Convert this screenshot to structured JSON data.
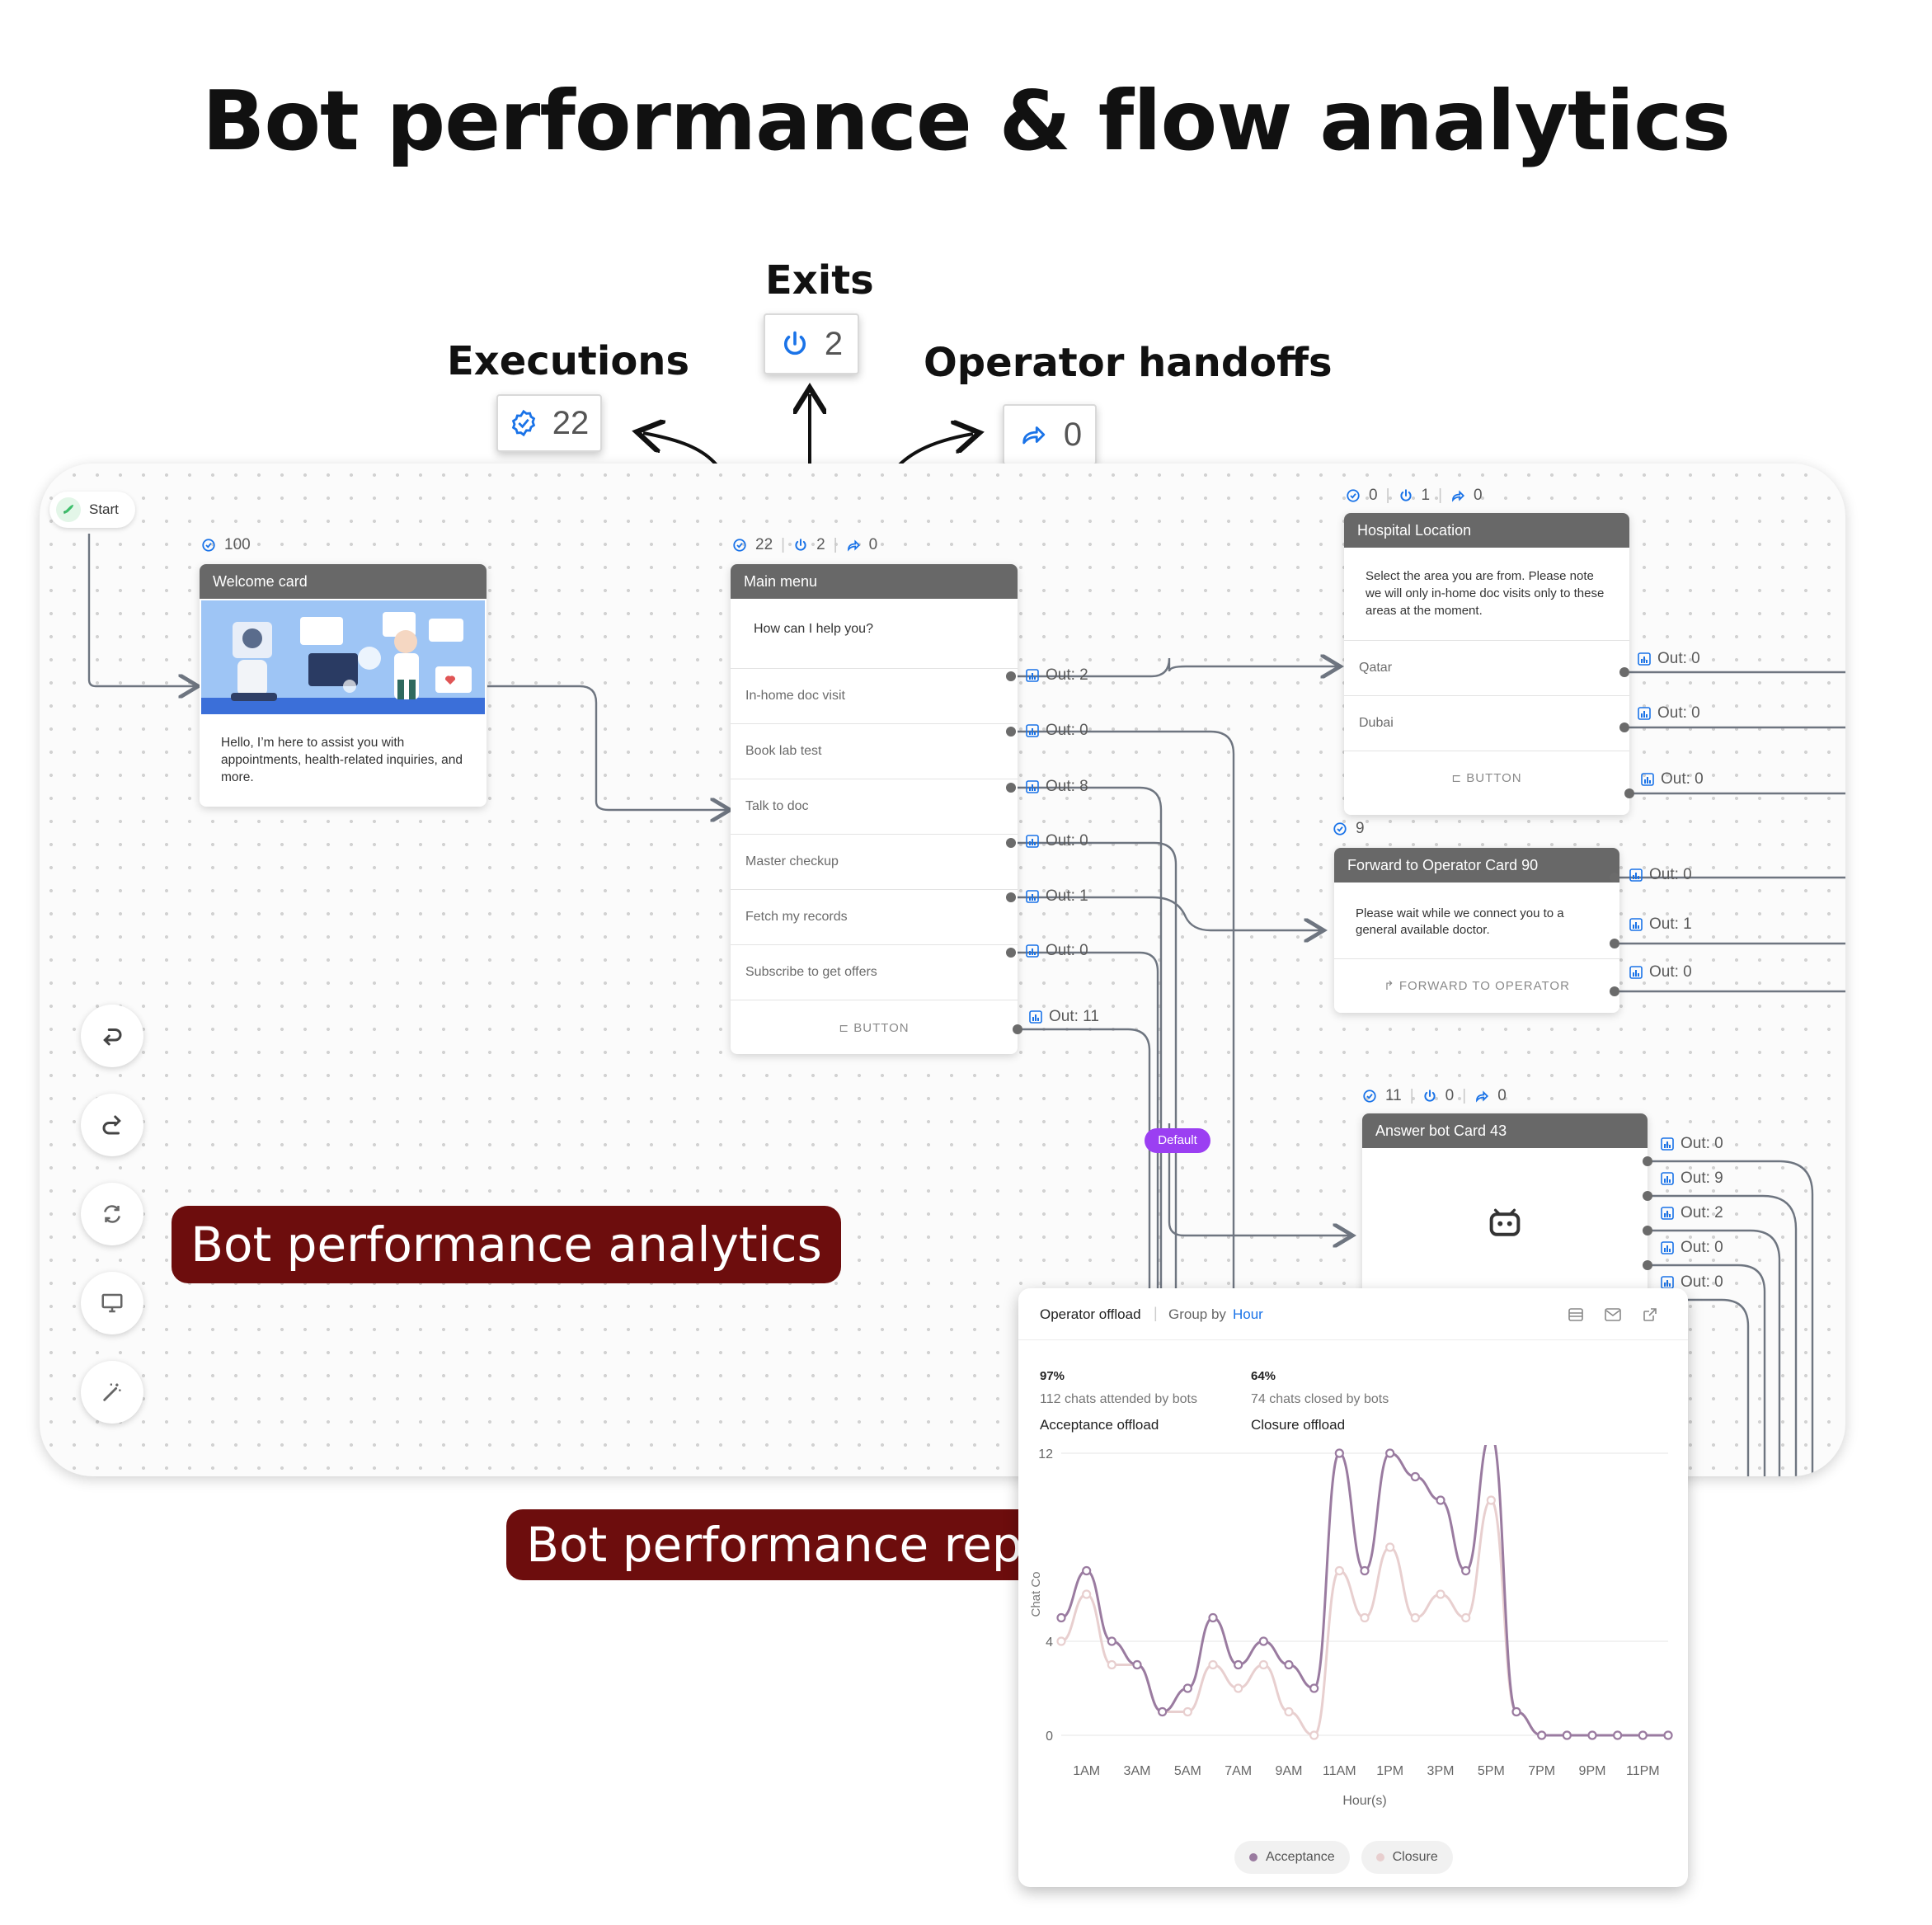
{
  "headline": "Bot performance & flow analytics",
  "callouts": {
    "executions": {
      "label": "Executions",
      "value": "22"
    },
    "exits": {
      "label": "Exits",
      "value": "2"
    },
    "handoffs": {
      "label": "Operator handoffs",
      "value": "0"
    }
  },
  "start_node": {
    "label": "Start"
  },
  "welcome": {
    "executions": "100",
    "title": "Welcome card",
    "message": "Hello, I’m here to assist you with appointments, health-related inquiries, and more."
  },
  "main_menu": {
    "executions": "22",
    "exits": "2",
    "handoffs": "0",
    "title": "Main menu",
    "prompt": "How can I help you?",
    "options": [
      {
        "label": "In-home doc visit",
        "out": "Out: 2"
      },
      {
        "label": "Book lab test",
        "out": "Out: 0"
      },
      {
        "label": "Talk to doc",
        "out": "Out: 8"
      },
      {
        "label": "Master checkup",
        "out": "Out: 0"
      },
      {
        "label": "Fetch my records",
        "out": "Out: 1"
      },
      {
        "label": "Subscribe to get offers",
        "out": "Out: 0"
      }
    ],
    "button_label": "BUTTON",
    "button_out": "Out: 11"
  },
  "hospital": {
    "executions": "0",
    "exits": "1",
    "handoffs": "0",
    "title": "Hospital Location",
    "message": "Select the area you are from. Please note we will only in-home doc visits only to these areas at the moment.",
    "options": [
      {
        "label": "Qatar",
        "out": "Out: 0"
      },
      {
        "label": "Dubai",
        "out": "Out: 0"
      }
    ],
    "button_label": "BUTTON",
    "button_out": "Out: 0"
  },
  "forward": {
    "executions": "9",
    "title": "Forward to Operator Card 90",
    "message": "Please wait while we connect you to a general available doctor.",
    "button_label": "FORWARD TO OPERATOR",
    "outs": [
      "Out: 0",
      "Out: 1",
      "Out: 0"
    ]
  },
  "answer_bot": {
    "executions": "11",
    "exits": "0",
    "handoffs": "0",
    "title": "Answer bot Card 43",
    "outs": [
      "Out: 0",
      "Out: 9",
      "Out: 2",
      "Out: 0",
      "Out: 0"
    ]
  },
  "default_badge": "Default",
  "pills": {
    "analytics": "Bot performance analytics",
    "report": "Bot performance report"
  },
  "report": {
    "title": "Operator offload",
    "group_by_label": "Group by",
    "group_by_value": "Hour",
    "kpis": [
      {
        "percent": "97%",
        "detail": "112 chats attended by bots",
        "name": "Acceptance offload"
      },
      {
        "percent": "64%",
        "detail": "74 chats closed by bots",
        "name": "Closure offload"
      }
    ]
  },
  "colors": {
    "accent_blue": "#1a73e8",
    "pill_bg": "#6d0d0d",
    "acceptance": "#9a7ba0",
    "closure": "#e8cfcf",
    "default_badge": "#9b3ff2"
  },
  "chart_data": {
    "type": "line",
    "x": [
      "12AM",
      "1AM",
      "2AM",
      "3AM",
      "4AM",
      "5AM",
      "6AM",
      "7AM",
      "8AM",
      "9AM",
      "10AM",
      "11AM",
      "12PM",
      "1PM",
      "2PM",
      "3PM",
      "4PM",
      "5PM",
      "6PM",
      "7PM",
      "8PM",
      "9PM",
      "10PM",
      "11PM",
      "12AM"
    ],
    "xticks": [
      "1AM",
      "3AM",
      "5AM",
      "7AM",
      "9AM",
      "11AM",
      "1PM",
      "3PM",
      "5PM",
      "7PM",
      "9PM",
      "11PM"
    ],
    "yticks": [
      "0",
      "4",
      "12"
    ],
    "ylim": [
      0,
      12
    ],
    "xlabel": "Hour(s)",
    "ylabel": "Chat Co",
    "series": [
      {
        "name": "Acceptance",
        "values": [
          5,
          7,
          4,
          3,
          1,
          2,
          5,
          3,
          4,
          3,
          2,
          12,
          7,
          12,
          11,
          10,
          7,
          12.8,
          1,
          0,
          0,
          0,
          0,
          0,
          0
        ]
      },
      {
        "name": "Closure",
        "values": [
          4,
          6,
          3,
          3,
          1,
          1,
          3,
          2,
          3,
          1,
          0,
          7,
          5,
          8,
          5,
          6,
          5,
          10,
          1,
          0,
          0,
          0,
          0,
          0,
          0
        ]
      }
    ]
  }
}
